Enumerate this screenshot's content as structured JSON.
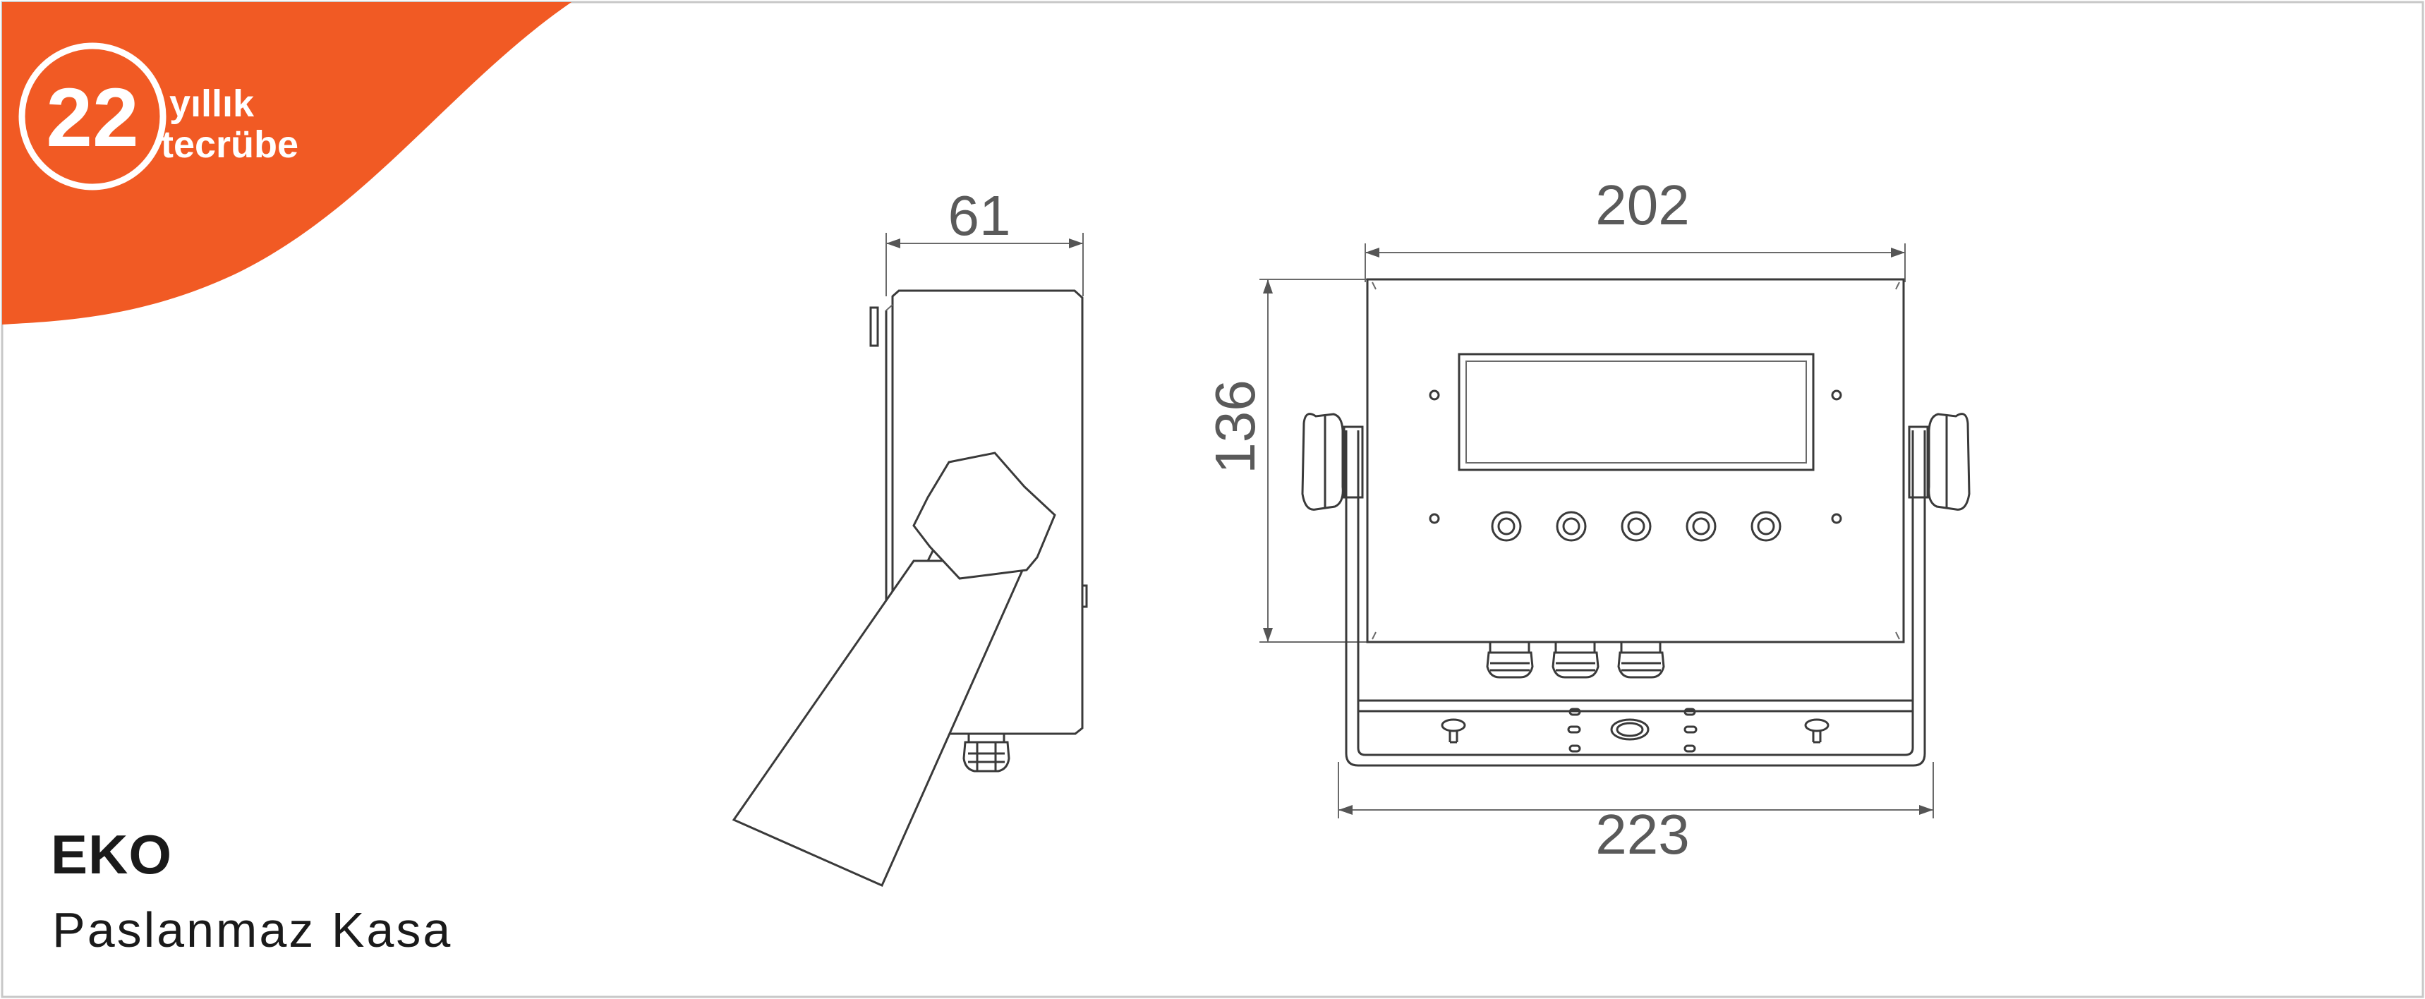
{
  "badge": {
    "years": "22",
    "line1": "yıllık",
    "line2": "tecrübe",
    "color": "#f15a24"
  },
  "product": {
    "name": "EKO",
    "description": "Paslanmaz Kasa"
  },
  "dimensions": {
    "side_depth": "61",
    "front_width": "202",
    "front_height": "136",
    "bracket_width": "223"
  }
}
